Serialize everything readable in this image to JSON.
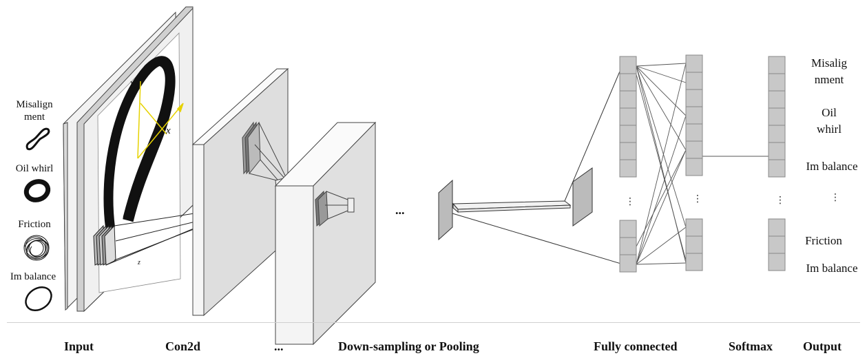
{
  "input_samples": [
    {
      "label": "Misalignment",
      "lines": [
        "Misalign",
        "ment"
      ]
    },
    {
      "label": "Oil whirl",
      "lines": [
        "Oil whirl"
      ]
    },
    {
      "label": "Friction",
      "lines": [
        "Friction"
      ]
    },
    {
      "label": "Imbalance",
      "lines": [
        "Im balance"
      ]
    }
  ],
  "axis_labels": {
    "y": "y",
    "x": "x",
    "z": "z"
  },
  "middle_ellipsis": "...",
  "outputs": {
    "misalignment": [
      "Misalig",
      "nment"
    ],
    "oil_whirl": [
      "Oil",
      "whirl"
    ],
    "imbalance_top": "Im balance",
    "friction": "Friction",
    "imbalance_bottom": "Im balance"
  },
  "vertical_ellipsis": "⋮",
  "stages": {
    "input": "Input",
    "conv": "Con2d",
    "ellipsis": "...",
    "pooling": "Down-sampling or Pooling",
    "fc": "Fully connected",
    "softmax": "Softmax",
    "output": "Output"
  }
}
